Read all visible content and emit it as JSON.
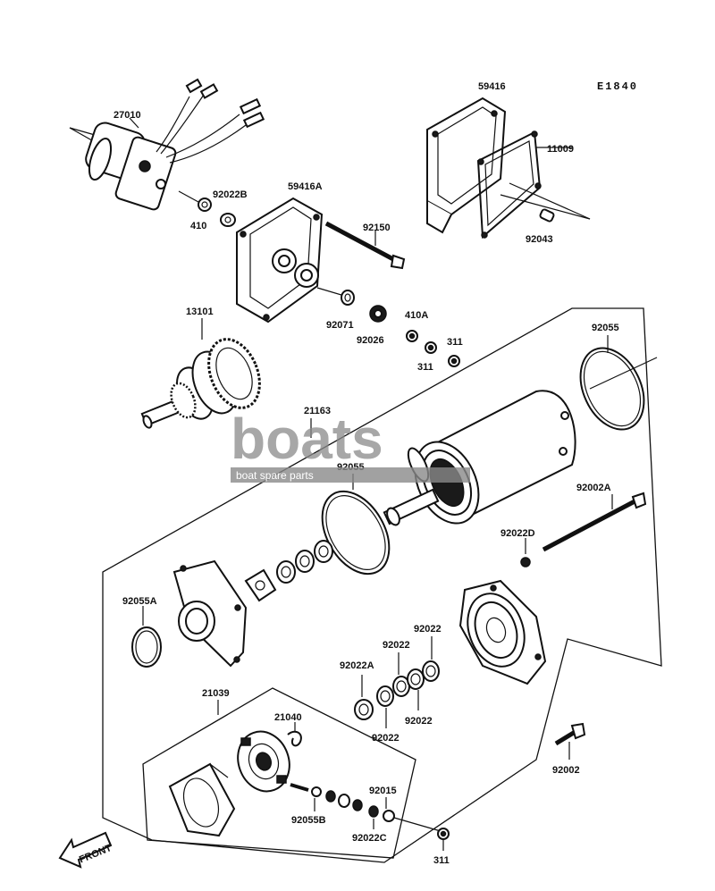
{
  "diagram": {
    "code": "E1840",
    "labels": {
      "p27010": "27010",
      "p410": "410",
      "p92022B": "92022B",
      "p59416A": "59416A",
      "p92150": "92150",
      "p59416": "59416",
      "p11009": "11009",
      "p92043": "92043",
      "p13101": "13101",
      "p92071": "92071",
      "p92026": "92026",
      "p410A": "410A",
      "p311a": "311",
      "p311b": "311",
      "p92055top": "92055",
      "p21163": "21163",
      "p92055mid": "92055",
      "p92002A": "92002A",
      "p92022D": "92022D",
      "p92055A": "92055A",
      "p92022a": "92022",
      "p92022b": "92022",
      "p92022A": "92022A",
      "p92022c": "92022",
      "p92022d": "92022",
      "p21039": "21039",
      "p21040": "21040",
      "p92015": "92015",
      "p92055B": "92055B",
      "p92022C": "92022C",
      "p311c": "311",
      "p92002": "92002"
    },
    "front_arrow": "FRONT"
  },
  "watermark": {
    "logo_text": "boats",
    "tagline": "boat spare parts"
  }
}
